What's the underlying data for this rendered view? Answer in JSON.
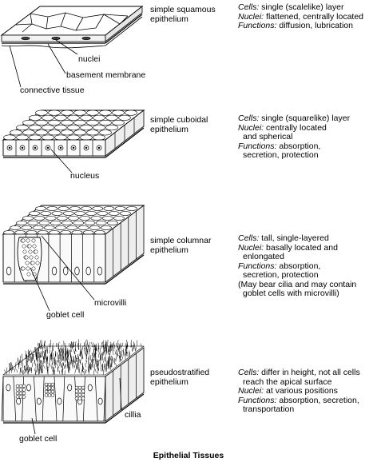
{
  "caption": "Epithelial Tissues",
  "tissues": [
    {
      "name": "simple squamous\nepithelium",
      "cells_label": "Cells:",
      "cells": " single (scalelike) layer",
      "nuclei_label": "Nuclei:",
      "nuclei": " flattened, centrally located",
      "functions_label": "Functions:",
      "functions": " diffusion, lubrication",
      "callouts": [
        "nuclei",
        "basement membrane",
        "connective tissue"
      ]
    },
    {
      "name": "simple cuboidal\nepithelium",
      "cells_label": "Cells:",
      "cells": " single (squarelike) layer",
      "nuclei_label": "Nuclei:",
      "nuclei_1": " centrally located",
      "nuclei_2": "and spherical",
      "functions_label": "Functions:",
      "functions_1": " absorption,",
      "functions_2": "secretion, protection",
      "callouts": [
        "nucleus"
      ]
    },
    {
      "name": "simple columnar\nepithelium",
      "cells_label": "Cells:",
      "cells": " tall, single-layered",
      "nuclei_label": "Nuclei:",
      "nuclei_1": " basally located and",
      "nuclei_2": "enlongated",
      "functions_label": "Functions:",
      "functions_1": " absorption,",
      "functions_2": "secretion, protection",
      "note_1": "(May bear cilia and may contain",
      "note_2": "goblet cells with microvilli)",
      "callouts": [
        "microvilli",
        "goblet cell"
      ]
    },
    {
      "name": "pseudostratified\nepithelium",
      "cells_label": "Cells:",
      "cells_1": " differ in height, not all cells",
      "cells_2": "reach the apical surface",
      "nuclei_label": "Nuclei:",
      "nuclei": " at various positions",
      "functions_label": "Functions:",
      "functions_1": " absorption, secretion,",
      "functions_2": "transportation",
      "callouts": [
        "cillia",
        "goblet cell"
      ]
    }
  ]
}
